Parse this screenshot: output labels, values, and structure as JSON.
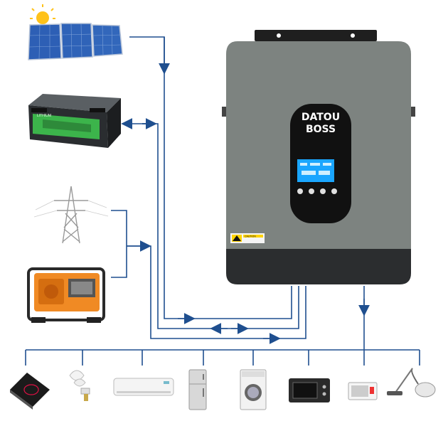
{
  "inverter": {
    "brand_line1": "DATOU",
    "brand_line2": "BOSS",
    "caution_label": "CAUTION",
    "battery_label": "LITHIUM"
  },
  "colors": {
    "wire": "#1f4f8f",
    "inverter_body": "#7d8380",
    "inverter_bottom": "#2b2d2f",
    "display": "#1aa6ff",
    "generator": "#f08a24",
    "battery_green": "#3cb44b"
  },
  "sources": [
    {
      "icon": "solar-panel-icon",
      "flow": "to-inverter"
    },
    {
      "icon": "battery-icon",
      "flow": "bidirectional"
    },
    {
      "icon": "power-tower-icon",
      "flow": "to-inverter"
    },
    {
      "icon": "generator-icon",
      "flow": "to-inverter"
    }
  ],
  "loads": [
    {
      "icon": "induction-cooker-icon"
    },
    {
      "icon": "light-bulb-icon"
    },
    {
      "icon": "air-conditioner-icon"
    },
    {
      "icon": "refrigerator-icon"
    },
    {
      "icon": "washing-machine-icon"
    },
    {
      "icon": "oven-icon"
    },
    {
      "icon": "microwave-icon"
    },
    {
      "icon": "vacuum-cleaner-icon"
    }
  ]
}
